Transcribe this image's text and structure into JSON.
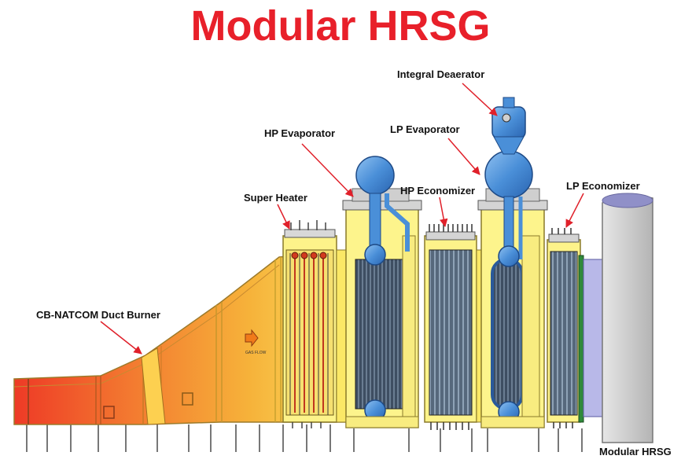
{
  "title": "Modular HRSG",
  "labels": {
    "deaerator": "Integral Deaerator",
    "hp_evaporator": "HP Evaporator",
    "lp_evaporator": "LP Evaporator",
    "super_heater": "Super Heater",
    "hp_economizer": "HP Economizer",
    "lp_economizer": "LP Economizer",
    "duct_burner": "CB-NATCOM Duct Burner",
    "stack": "Modular HRSG"
  },
  "gas_flow_label": "GAS FLOW",
  "colors": {
    "title": "#e8202a",
    "arrow": "#e0202a",
    "duct_hot": "#ee3a26",
    "duct_warm": "#f6a636",
    "duct_cool": "#fbe86a",
    "module_yellow": "#fdf6a0",
    "water_blue": "#4a90d9",
    "stack_gray": "#c8c8c8"
  }
}
